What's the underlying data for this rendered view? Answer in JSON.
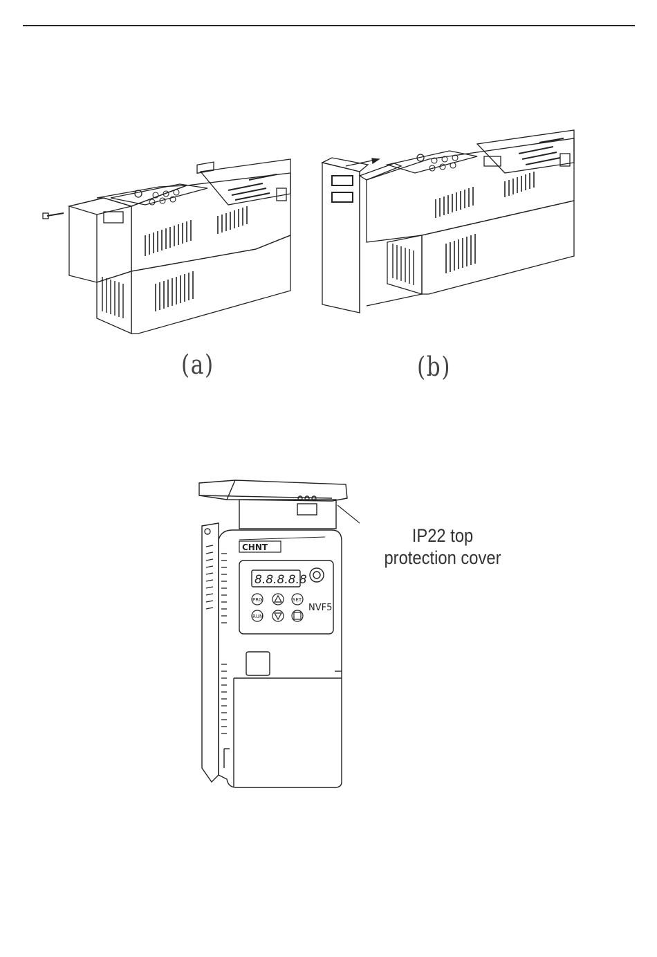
{
  "figure_a": {
    "caption": "(a)"
  },
  "figure_b": {
    "caption": "(b)"
  },
  "figure_c": {
    "callout_line1": "IP22 top",
    "callout_line2": "protection cover",
    "brand_logo": "CHNT",
    "model": "NVF5",
    "display": "8.8.8.8.8",
    "keys": [
      "PRG",
      "SET",
      "RUN"
    ]
  },
  "icons": [
    "screw-icon",
    "arrow-icon",
    "knob-icon",
    "up-key-icon",
    "down-key-icon",
    "stop-key-icon"
  ]
}
